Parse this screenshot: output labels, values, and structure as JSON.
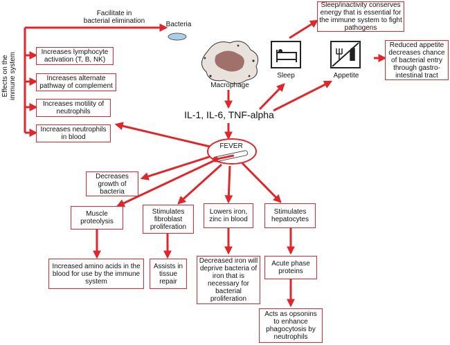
{
  "labels": {
    "facilitate": "Facilitate in\nbacterial elimination",
    "bacteria": "Bacteria",
    "macrophage": "Macrophage",
    "cytokines": "IL-1, IL-6, TNF-alpha",
    "fever": "FEVER",
    "sleep": "Sleep",
    "appetite": "Appetite",
    "effects": "Effects on the\nimmune system"
  },
  "boxes": {
    "lymphocyte": "Increases lymphocyte activation (T, B, NK)",
    "complement": "Increases alternate pathway of complement",
    "motility": "Increases motility of neutrophils",
    "neutrophils_blood": "Increases neutrophils in blood",
    "sleep_note": "Sleep/inactivity conserves energy that is essential for the immune system to fight pathogens",
    "appetite_note": "Reduced appetite decreases chance of bacterial entry through gastro-intestinal tract",
    "decreases_growth": "Decreases growth of bacteria",
    "muscle": "Muscle proteolysis",
    "fibroblast": "Stimulates fibroblast proliferation",
    "iron": "Lowers iron, zinc in blood",
    "hepatocytes": "Stimulates hepatocytes",
    "amino": "Increased amino acids in the blood for use by the immune system",
    "tissue": "Assists in tissue repair",
    "deprive": "Decreased iron will deprive bacteria of iron that is necessary for bacterial proliferation",
    "acute": "Acute phase proteins",
    "opsonins": "Acts as opsonins to enhance phagocytosis by neutrophils"
  },
  "colors": {
    "arrow": "#e0262a",
    "macrophage": "#a0706a",
    "bacteria": "#a8cfe6"
  }
}
